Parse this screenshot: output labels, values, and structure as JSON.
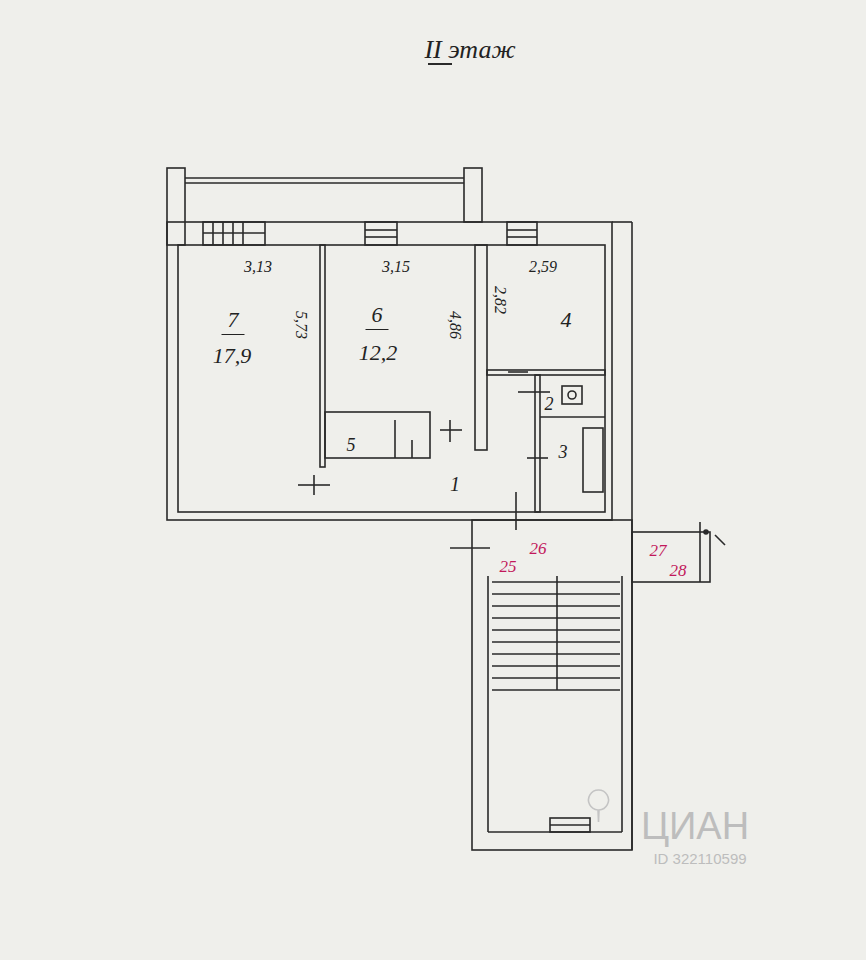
{
  "diagram": {
    "title": "II этаж",
    "nodes": [
      {
        "text": [
          "7",
          "17,9"
        ]
      },
      {
        "text": [
          "6",
          "12,2"
        ]
      },
      {
        "text": [
          "4"
        ]
      },
      {
        "text": [
          "2"
        ]
      },
      {
        "text": [
          "5"
        ]
      },
      {
        "text": [
          "1"
        ]
      },
      {
        "text": [
          "3"
        ]
      }
    ],
    "labels": [
      "3,13",
      "3,15",
      "2,59",
      "5,73",
      "4,86",
      "2,82",
      "26",
      "25",
      "27",
      "28",
      "ЦИАН",
      "ID 322110599"
    ]
  }
}
